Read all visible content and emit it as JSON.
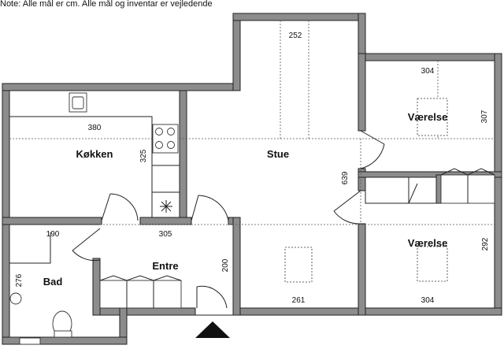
{
  "note": "Note: Alle mål er cm. Alle mål og inventar er vejledende",
  "rooms": {
    "kitchen": "Køkken",
    "living": "Stue",
    "bedroom_top": "Værelse",
    "bedroom_bottom": "Værelse",
    "bath": "Bad",
    "entrance": "Entre"
  },
  "dimensions": {
    "stue_top_width": "252",
    "kitchen_width": "380",
    "kitchen_depth": "325",
    "bedroom_top_width": "304",
    "bedroom_top_depth": "307",
    "stue_depth": "639",
    "bath_width": "190",
    "entre_width": "305",
    "bath_depth": "276",
    "entre_depth": "200",
    "stue_bottom_width": "261",
    "bedroom_bottom_width": "304",
    "bedroom_bottom_depth": "292"
  }
}
